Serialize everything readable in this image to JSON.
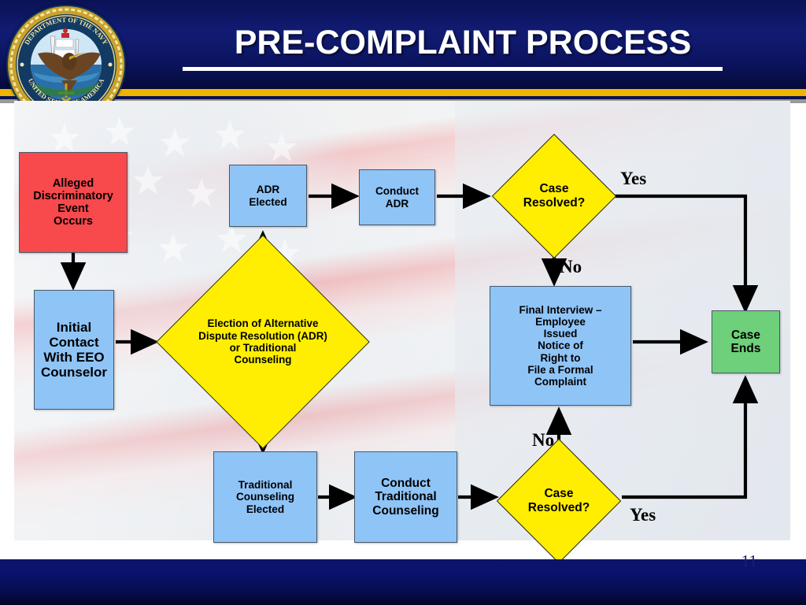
{
  "header": {
    "title": "PRE-COMPLAINT PROCESS",
    "seal": {
      "top_text": "DEPARTMENT OF THE NAVY",
      "bottom_text": "UNITED STATES OF AMERICA"
    }
  },
  "footer": {
    "page_number": "11"
  },
  "colors": {
    "header_blue": "#0a1256",
    "gold_rule": "#f0b400",
    "process_blue": "#8fc4f7",
    "start_red": "#f8494c",
    "end_green": "#6ed07a",
    "decision_yellow": "#ffee00",
    "connector_black": "#000000"
  },
  "chart_data": {
    "type": "diagram",
    "title": "PRE-COMPLAINT PROCESS",
    "nodes": [
      {
        "id": "alleged-event",
        "shape": "rect",
        "color": "#f8494c",
        "label": "Alleged\nDiscriminatory\nEvent\nOccurs"
      },
      {
        "id": "initial-contact",
        "shape": "rect",
        "color": "#8fc4f7",
        "label": "Initial\nContact\nWith EEO\nCounselor"
      },
      {
        "id": "election-adr",
        "shape": "diamond",
        "color": "#ffee00",
        "label": "Election of Alternative\nDispute Resolution (ADR)\nor Traditional\nCounseling"
      },
      {
        "id": "adr-elected",
        "shape": "rect",
        "color": "#8fc4f7",
        "label": "ADR\nElected"
      },
      {
        "id": "conduct-adr",
        "shape": "rect",
        "color": "#8fc4f7",
        "label": "Conduct\nADR"
      },
      {
        "id": "case-resolved-top",
        "shape": "diamond",
        "color": "#ffee00",
        "label": "Case\nResolved?"
      },
      {
        "id": "final-interview",
        "shape": "rect",
        "color": "#8fc4f7",
        "label": "Final Interview –\nEmployee\nIssued\nNotice of\nRight to\nFile a Formal\nComplaint"
      },
      {
        "id": "case-ends",
        "shape": "rect",
        "color": "#6ed07a",
        "label": "Case\nEnds"
      },
      {
        "id": "traditional-elected",
        "shape": "rect",
        "color": "#8fc4f7",
        "label": "Traditional\nCounseling\nElected"
      },
      {
        "id": "conduct-traditional",
        "shape": "rect",
        "color": "#8fc4f7",
        "label": "Conduct\nTraditional\nCounseling"
      },
      {
        "id": "case-resolved-bottom",
        "shape": "diamond",
        "color": "#ffee00",
        "label": "Case\nResolved?"
      }
    ],
    "edges": [
      {
        "from": "alleged-event",
        "to": "initial-contact",
        "label": ""
      },
      {
        "from": "initial-contact",
        "to": "election-adr",
        "label": ""
      },
      {
        "from": "election-adr",
        "to": "adr-elected",
        "label": ""
      },
      {
        "from": "election-adr",
        "to": "traditional-elected",
        "label": ""
      },
      {
        "from": "adr-elected",
        "to": "conduct-adr",
        "label": ""
      },
      {
        "from": "conduct-adr",
        "to": "case-resolved-top",
        "label": ""
      },
      {
        "from": "case-resolved-top",
        "to": "case-ends",
        "label": "Yes"
      },
      {
        "from": "case-resolved-top",
        "to": "final-interview",
        "label": "No"
      },
      {
        "from": "final-interview",
        "to": "case-ends",
        "label": ""
      },
      {
        "from": "traditional-elected",
        "to": "conduct-traditional",
        "label": ""
      },
      {
        "from": "conduct-traditional",
        "to": "case-resolved-bottom",
        "label": ""
      },
      {
        "from": "case-resolved-bottom",
        "to": "final-interview",
        "label": "No"
      },
      {
        "from": "case-resolved-bottom",
        "to": "case-ends",
        "label": "Yes"
      }
    ]
  },
  "nodes": {
    "alleged_event": {
      "l1": "Alleged",
      "l2": "Discriminatory",
      "l3": "Event",
      "l4": "Occurs"
    },
    "initial_contact": {
      "l1": "Initial",
      "l2": "Contact",
      "l3": "With EEO",
      "l4": "Counselor"
    },
    "election_adr": {
      "l1": "Election of Alternative",
      "l2": "Dispute Resolution (ADR)",
      "l3": "or Traditional",
      "l4": "Counseling"
    },
    "adr_elected": {
      "l1": "ADR",
      "l2": "Elected"
    },
    "conduct_adr": {
      "l1": "Conduct",
      "l2": "ADR"
    },
    "case_resolved_top": {
      "l1": "Case",
      "l2": "Resolved?"
    },
    "final_interview": {
      "l1": "Final Interview –",
      "l2": "Employee",
      "l3": "Issued",
      "l4": "Notice of",
      "l5": "Right to",
      "l6": "File a Formal",
      "l7": "Complaint"
    },
    "case_ends": {
      "l1": "Case",
      "l2": "Ends"
    },
    "traditional_elected": {
      "l1": "Traditional",
      "l2": "Counseling",
      "l3": "Elected"
    },
    "conduct_traditional": {
      "l1": "Conduct",
      "l2": "Traditional",
      "l3": "Counseling"
    },
    "case_resolved_bottom": {
      "l1": "Case",
      "l2": "Resolved?"
    }
  },
  "edge_labels": {
    "top_yes": "Yes",
    "top_no": "No",
    "bottom_no": "No",
    "bottom_yes": "Yes"
  }
}
